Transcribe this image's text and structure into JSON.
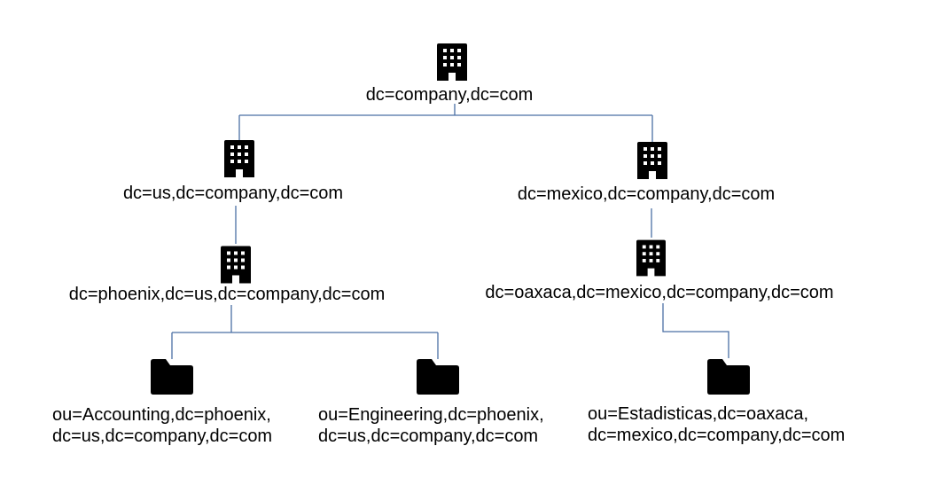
{
  "colors": {
    "connector": "#4a6fa5",
    "icon": "#000000",
    "text": "#000000"
  },
  "nodes": {
    "root": {
      "icon": "building-icon",
      "lines": [
        "dc=company,dc=com"
      ]
    },
    "us": {
      "icon": "building-icon",
      "lines": [
        "dc=us,dc=company,dc=com"
      ]
    },
    "mexico": {
      "icon": "building-icon",
      "lines": [
        "dc=mexico,dc=company,dc=com"
      ]
    },
    "phoenix": {
      "icon": "building-icon",
      "lines": [
        "dc=phoenix,dc=us,dc=company,dc=com"
      ]
    },
    "oaxaca": {
      "icon": "building-icon",
      "lines": [
        "dc=oaxaca,dc=mexico,dc=company,dc=com"
      ]
    },
    "accounting": {
      "icon": "folder-icon",
      "lines": [
        "ou=Accounting,dc=phoenix,",
        "dc=us,dc=company,dc=com"
      ]
    },
    "engineering": {
      "icon": "folder-icon",
      "lines": [
        "ou=Engineering,dc=phoenix,",
        "dc=us,dc=company,dc=com"
      ]
    },
    "estadisticas": {
      "icon": "folder-icon",
      "lines": [
        "ou=Estadisticas,dc=oaxaca,",
        "dc=mexico,dc=company,dc=com"
      ]
    }
  },
  "edges": [
    {
      "from": "root",
      "to": "us"
    },
    {
      "from": "root",
      "to": "mexico"
    },
    {
      "from": "us",
      "to": "phoenix"
    },
    {
      "from": "mexico",
      "to": "oaxaca"
    },
    {
      "from": "phoenix",
      "to": "accounting"
    },
    {
      "from": "phoenix",
      "to": "engineering"
    },
    {
      "from": "oaxaca",
      "to": "estadisticas"
    }
  ]
}
